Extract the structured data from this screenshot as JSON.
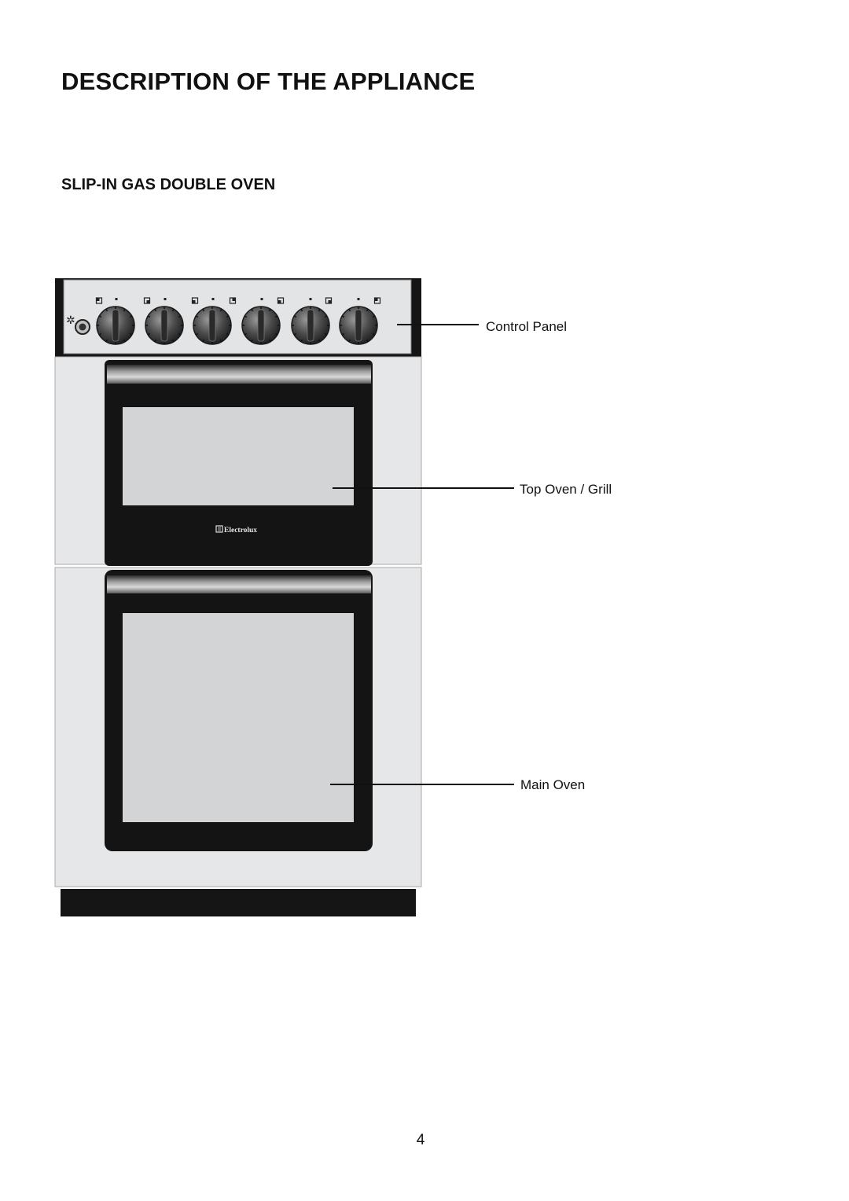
{
  "page": {
    "title": "DESCRIPTION OF THE APPLIANCE",
    "subtitle": "SLIP-IN GAS DOUBLE OVEN",
    "page_number": "4"
  },
  "diagram": {
    "brand": "Electrolux",
    "labels": {
      "control_panel": "Control Panel",
      "top_oven": "Top Oven / Grill",
      "main_oven": "Main Oven"
    },
    "colors": {
      "outline": "#111111",
      "panel": "#e3e4e6",
      "body": "#e6e7e8",
      "glass": "#d3d4d6",
      "door": "#141414"
    }
  }
}
